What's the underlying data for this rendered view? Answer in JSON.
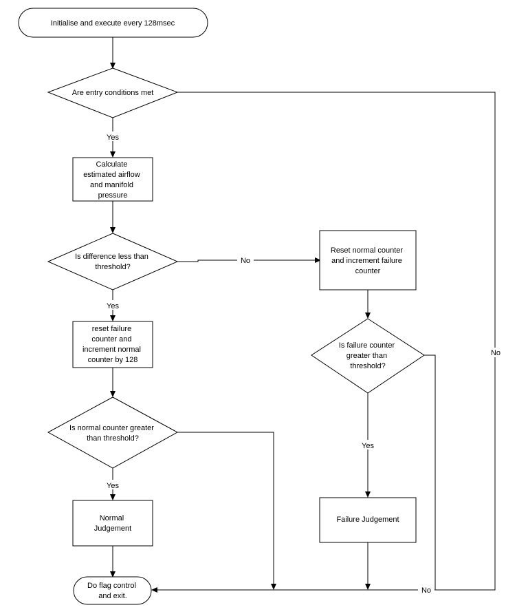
{
  "diagram": {
    "nodes": {
      "start": {
        "lines": [
          "Initialise and execute every 128msec"
        ]
      },
      "entry_check": {
        "lines": [
          "Are entry conditions met"
        ]
      },
      "calculate": {
        "lines": [
          "Calculate",
          "estimated airflow",
          "and manifold",
          "pressure"
        ]
      },
      "diff_check": {
        "lines": [
          "Is difference less than",
          "threshold?"
        ]
      },
      "reset_failure": {
        "lines": [
          "reset failure",
          "counter and",
          "increment normal",
          "counter by 128"
        ]
      },
      "normal_check": {
        "lines": [
          "Is normal counter greater",
          "than threshold?"
        ]
      },
      "normal_judgement": {
        "lines": [
          "Normal",
          "Judgement"
        ]
      },
      "reset_normal": {
        "lines": [
          "Reset normal counter",
          "and increment failure",
          "counter"
        ]
      },
      "failure_check": {
        "lines": [
          "Is failure counter",
          "greater than",
          "threshold?"
        ]
      },
      "failure_judgement": {
        "lines": [
          "Failure Judgement"
        ]
      },
      "end": {
        "lines": [
          "Do flag control",
          "and exit."
        ]
      }
    },
    "edge_labels": {
      "entry_yes": "Yes",
      "entry_no": "No",
      "diff_yes": "Yes",
      "diff_no": "No",
      "normal_yes": "Yes",
      "failure_yes": "Yes",
      "failure_no": "No"
    }
  }
}
